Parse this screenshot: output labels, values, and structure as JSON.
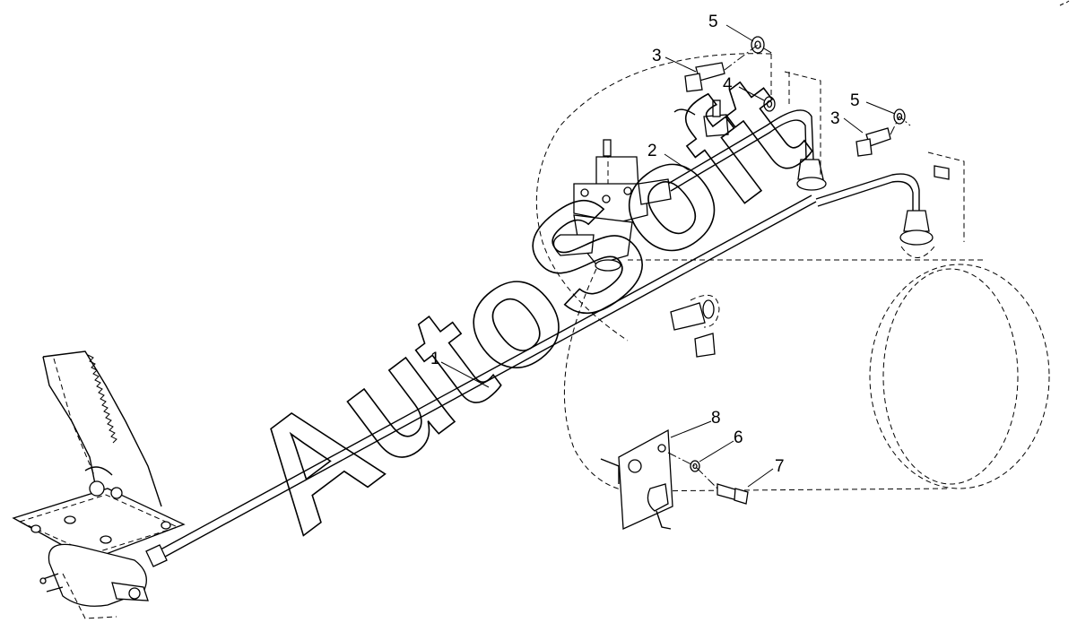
{
  "callouts": [
    {
      "id": "c1",
      "label": "1"
    },
    {
      "id": "c2",
      "label": "2"
    },
    {
      "id": "c3a",
      "label": "3"
    },
    {
      "id": "c3b",
      "label": "3"
    },
    {
      "id": "c4",
      "label": "4"
    },
    {
      "id": "c5a",
      "label": "5"
    },
    {
      "id": "c5b",
      "label": "5"
    },
    {
      "id": "c6",
      "label": "6"
    },
    {
      "id": "c7",
      "label": "7"
    },
    {
      "id": "c8",
      "label": "8"
    }
  ],
  "watermark": {
    "text": "AutoSoft"
  }
}
